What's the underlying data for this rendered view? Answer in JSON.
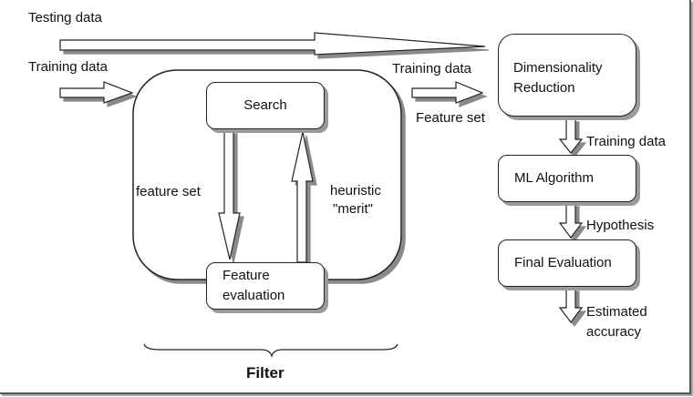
{
  "inputs": {
    "testing_data": "Testing data",
    "training_data": "Training data"
  },
  "filter": {
    "title": "Filter",
    "search_box": "Search",
    "feature_eval_line1": "Feature",
    "feature_eval_line2": "evaluation",
    "down_arrow_label": "feature set",
    "up_arrow_label_line1": "heuristic",
    "up_arrow_label_line2": "\"merit\""
  },
  "middle": {
    "training_data": "Training data",
    "feature_set": "Feature set"
  },
  "pipeline": {
    "dim_reduction_line1": "Dimensionality",
    "dim_reduction_line2": "Reduction",
    "arrow1_label": "Training data",
    "ml_algorithm": "ML Algorithm",
    "arrow2_label": "Hypothesis",
    "final_evaluation": "Final Evaluation",
    "arrow3_label_line1": "Estimated",
    "arrow3_label_line2": "accuracy"
  }
}
